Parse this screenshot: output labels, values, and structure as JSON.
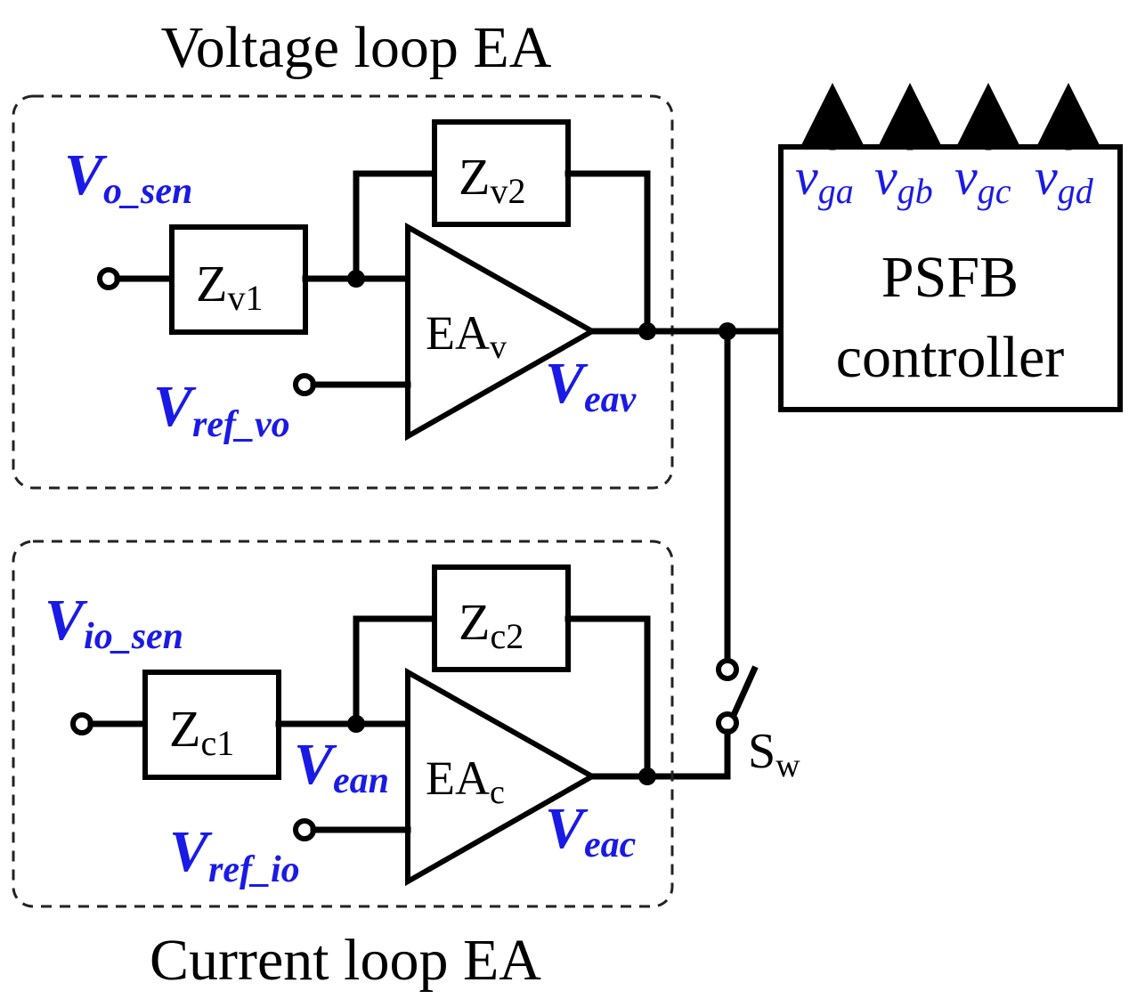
{
  "voltage_loop": {
    "title": "Voltage loop EA",
    "input": {
      "main": "V",
      "sub": "o_sen"
    },
    "z1": {
      "main": "Z",
      "sub": "v1"
    },
    "z2": {
      "main": "Z",
      "sub": "v2"
    },
    "amp": {
      "main": "EA",
      "sub": "v"
    },
    "ref": {
      "main": "V",
      "sub": "ref_vo"
    },
    "output": {
      "main": "V",
      "sub": "eav"
    }
  },
  "current_loop": {
    "title": "Current loop EA",
    "input": {
      "main": "V",
      "sub": "io_sen"
    },
    "z1": {
      "main": "Z",
      "sub": "c1"
    },
    "z2": {
      "main": "Z",
      "sub": "c2"
    },
    "amp": {
      "main": "EA",
      "sub": "c"
    },
    "neg": {
      "main": "V",
      "sub": "ean"
    },
    "ref": {
      "main": "V",
      "sub": "ref_io"
    },
    "output": {
      "main": "V",
      "sub": "eac"
    }
  },
  "switch": {
    "main": "S",
    "sub": "w"
  },
  "controller": {
    "line1": "PSFB",
    "line2": "controller",
    "gates": [
      {
        "main": "v",
        "sub": "ga"
      },
      {
        "main": "v",
        "sub": "gb"
      },
      {
        "main": "v",
        "sub": "gc"
      },
      {
        "main": "v",
        "sub": "gd"
      }
    ]
  }
}
